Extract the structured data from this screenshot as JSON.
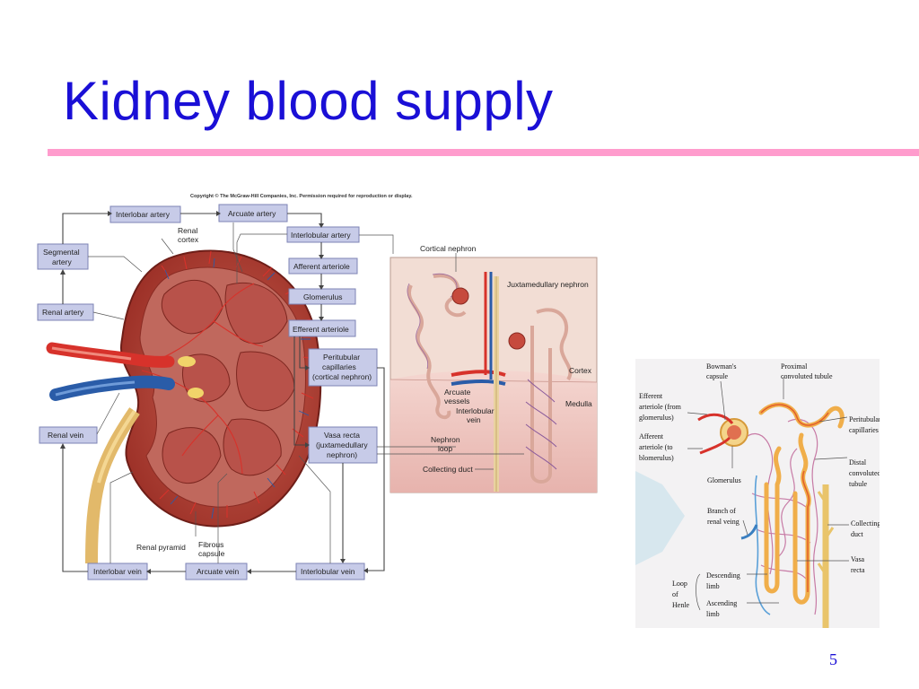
{
  "slide": {
    "title": "Kidney blood supply",
    "page_number": "5"
  },
  "left_figure": {
    "copyright": "Copyright © The McGraw-Hill Companies, Inc. Permission required for reproduction or display.",
    "boxes": {
      "interlobar_artery": "Interlobar artery",
      "arcuate_artery": "Arcuate artery",
      "segmental_artery": [
        "Segmental",
        "artery"
      ],
      "renal_artery": "Renal artery",
      "interlobular_artery": "Interlobular artery",
      "afferent_arteriole": "Afferent arteriole",
      "glomerulus": "Glomerulus",
      "efferent_arteriole": "Efferent arteriole",
      "peritubular_capillaries": [
        "Peritubular",
        "capillaries",
        "(cortical nephron)"
      ],
      "vasa_recta": [
        "Vasa recta",
        "(juxtamedullary",
        "nephron)"
      ],
      "renal_vein": "Renal vein",
      "interlobar_vein": "Interlobar vein",
      "arcuate_vein": "Arcuate vein",
      "interlobular_vein": "Interlobular vein"
    },
    "labels": {
      "renal_cortex": [
        "Renal",
        "cortex"
      ],
      "renal_pyramid": "Renal pyramid",
      "fibrous_capsule": [
        "Fibrous",
        "capsule"
      ],
      "cortical_nephron": "Cortical nephron",
      "juxtamedullary_nephron": "Juxtamedullary nephron",
      "cortex": "Cortex",
      "medulla": "Medulla",
      "arcuate_vessels": [
        "Arcuate",
        "vessels"
      ],
      "interlobular_vein": [
        "Interlobular",
        "vein"
      ],
      "nephron_loop": [
        "Nephron",
        "loop"
      ],
      "collecting_duct": "Collecting duct"
    }
  },
  "right_figure": {
    "labels": {
      "bowmans_capsule": [
        "Bowman's",
        "capsule"
      ],
      "proximal_tubule": [
        "Proximal",
        "convoluted tubule"
      ],
      "efferent_arteriole": [
        "Efferent",
        "arteriole (from",
        "glomerulus)"
      ],
      "afferent_arteriole": [
        "Afferent",
        "arteriole (to",
        "blomerulus)"
      ],
      "peritubular_capillaries": [
        "Peritubular",
        "capillaries"
      ],
      "glomerulus": "Glomerulus",
      "distal_tubule": [
        "Distal",
        "convoluted",
        "tubule"
      ],
      "branch_renal_vein": [
        "Branch of",
        "renal veing"
      ],
      "collecting_duct": [
        "Collecting",
        "duct"
      ],
      "vasa_recta": [
        "Vasa",
        "recta"
      ],
      "loop_of_henle": [
        "Loop",
        "of",
        "Henle"
      ],
      "descending_limb": [
        "Descending",
        "limb"
      ],
      "ascending_limb": [
        "Ascending",
        "limb"
      ]
    }
  },
  "colors": {
    "title": "#1a0fd6",
    "rule": "#ff9ccd",
    "box_fill": "#c7cbe8",
    "artery": "#d7322b",
    "vein": "#2a5ca8",
    "kidney": "#b9483c"
  }
}
